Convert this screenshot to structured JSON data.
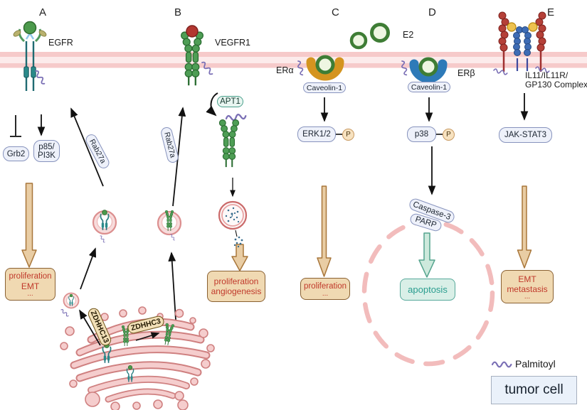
{
  "panels": {
    "a": {
      "letter": "A",
      "receptor_label": "EGFR",
      "grb2": "Grb2",
      "p85_line1": "p85/",
      "p85_line2": "PI3K",
      "rab27a": "Rab27a",
      "outcome": [
        "proliferation",
        "EMT",
        "..."
      ]
    },
    "b": {
      "letter": "B",
      "receptor_label": "VEGFR1",
      "apt1": "APT1",
      "rab27a": "Rab27a",
      "outcome": [
        "proliferation",
        "angiogenesis"
      ]
    },
    "c": {
      "letter": "C",
      "receptor_label": "ERα",
      "ligand_label": "E2",
      "caveolin": "Caveolin-1",
      "kinase": "ERK1/2",
      "phospho": "P",
      "outcome": [
        "proliferation",
        "..."
      ]
    },
    "d": {
      "letter": "D",
      "receptor_label": "ERβ",
      "caveolin": "Caveolin-1",
      "kinase": "p38",
      "phospho": "P",
      "caspase": "Caspase-3",
      "parp": "PARP",
      "outcome": "apoptosis"
    },
    "e": {
      "letter": "E",
      "receptor_label_line1": "IL11/IL11R/",
      "receptor_label_line2": "GP130 Complex",
      "pathway": "JAK-STAT3",
      "outcome": [
        "EMT",
        "metastasis",
        "..."
      ]
    }
  },
  "golgi": {
    "enzyme_1": "ZDHHC13",
    "enzyme_2": "ZDHHC3"
  },
  "legend": {
    "palmitoyl_label": "Palmitoyl",
    "cell_label": "tumor cell"
  },
  "colors": {
    "membrane_pink": "#f6caca",
    "outcome_box_bg": "#f0d9b2",
    "outcome_text_red": "#c0392b",
    "apoptosis_bg": "#d9efe7",
    "apoptosis_text": "#2a9d8f",
    "pill_border_blue": "#8793bd",
    "apt1_border_teal": "#4aa08c",
    "zdhhc_pill_bg": "#f2e0b8",
    "golgi_pink": "#f5cdcd",
    "palmitoyl_purple": "#7a6fb5",
    "tan_arrow": "#e9cda4"
  }
}
